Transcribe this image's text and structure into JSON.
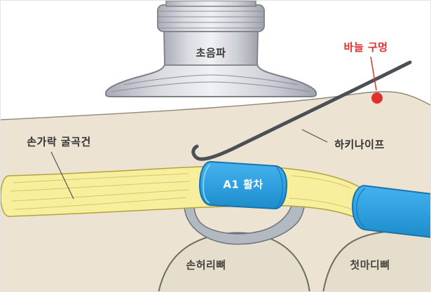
{
  "figure": {
    "type": "medical-illustration",
    "subject": "ultrasound-guided A1 pulley release (trigger finger) diagram"
  },
  "labels": {
    "ultrasound": "초음파",
    "needle_hole": "바늘 구멍",
    "hockey_knife": "하키나이프",
    "flexor_tendon": "손가락 굴곡건",
    "a1_pulley": "A1 활차",
    "metacarpal_bone": "손허리뼈",
    "proximal_phalanx": "첫마디뼈"
  },
  "colors": {
    "skin": "#ece3d2",
    "tendon_yellow": "#f7ef9d",
    "tendon_outline": "#b3a33c",
    "pulley_blue": "#2fa0e0",
    "pulley_blue_outline": "#1973ad",
    "needle_red": "#e0312e",
    "probe_gray_mid": "#d9dbe0",
    "knife_gray": "#4b4f56",
    "bone_fill": "#e6decd",
    "strap_gray": "#b3b9c1"
  }
}
